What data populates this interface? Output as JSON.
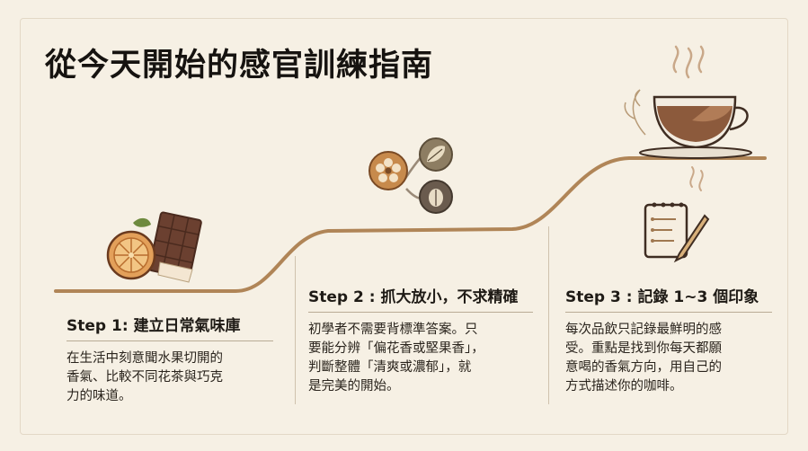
{
  "title": "從今天開始的感官訓練指南",
  "steps": [
    {
      "title": "Step 1: 建立日常氣味庫",
      "body": [
        "在生活中刻意聞水果切開的",
        "香氣、比較不同花茶與巧克",
        "力的味道。"
      ]
    },
    {
      "title": "Step 2 : 抓大放小，不求精確",
      "body": [
        "初學者不需要背標準答案。只",
        "要能分辨「偏花香或堅果香」，",
        "判斷整體「清爽或濃郁」，就",
        "是完美的開始。"
      ]
    },
    {
      "title": "Step 3 : 記錄 1~3 個印象",
      "body": [
        "每次品飲只記錄最鮮明的感",
        "受。重點是找到你每天都願",
        "意喝的香氣方向，用自己的",
        "方式描述你的咖啡。"
      ]
    }
  ],
  "icons": [
    "orange-icon",
    "chocolate-icon",
    "flower-icon",
    "leaf-icon",
    "nut-icon",
    "coffee-cup-icon",
    "notepad-pencil-icon"
  ],
  "colors": {
    "path": "#b08557",
    "accent": "#8a5a36",
    "background": "#f6f0e4"
  }
}
